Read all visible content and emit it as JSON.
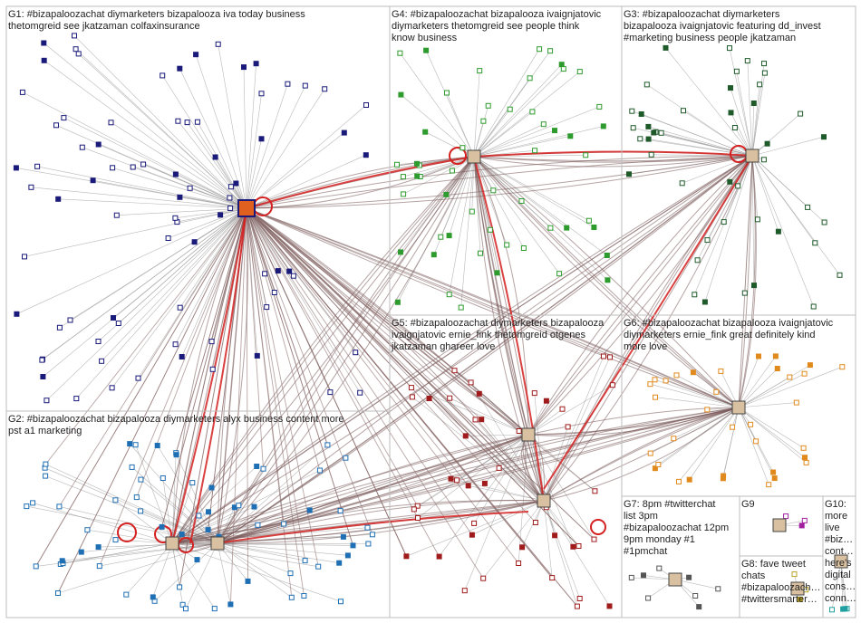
{
  "groups": [
    {
      "id": "G1",
      "lines": [
        "G1: #bizapaloozachat diymarketers bizapalooza iva today business",
        "thetomgreid see jkatzaman colfaxinsurance"
      ],
      "color": "#1a1a7a"
    },
    {
      "id": "G2",
      "lines": [
        "G2: #bizapaloozachat bizapalooza diymarketers alyx business content more",
        "pst a1 marketing"
      ],
      "color": "#1f6fb4"
    },
    {
      "id": "G3",
      "lines": [
        "G3: #bizapaloozachat diymarketers",
        "bizapalooza ivaignjatovic featuring dd_invest",
        "#marketing business people jkatzaman"
      ],
      "color": "#1f5a2a"
    },
    {
      "id": "G4",
      "lines": [
        "G4: #bizapaloozachat bizapalooza ivaignjatovic",
        "diymarketers thetomgreid see people think",
        "know business"
      ],
      "color": "#2e9b2e"
    },
    {
      "id": "G5",
      "lines": [
        "G5: #bizapaloozachat diymarketers bizapalooza",
        "ivaignjatovic ernie_fink thetomgreid otgenes",
        "jkatzaman ghareer love"
      ],
      "color": "#a01c1c"
    },
    {
      "id": "G6",
      "lines": [
        "G6: #bizapaloozachat bizapalooza ivaignjatovic",
        "diymarketers ernie_fink great definitely kind",
        "more love"
      ],
      "color": "#e08a1e"
    },
    {
      "id": "G7",
      "lines": [
        "G7: 8pm #twitterchat",
        "list 3pm",
        "#bizapaloozachat 12pm",
        "9pm monday #1",
        "#1pmchat"
      ],
      "color": "#555555"
    },
    {
      "id": "G8",
      "lines": [
        "G8: fave tweet",
        "chats",
        "#bizapaloozach…",
        "#twittersmarter…"
      ],
      "color": "#b8a020"
    },
    {
      "id": "G9",
      "lines": [
        "G9"
      ],
      "color": "#a020a0"
    },
    {
      "id": "G10",
      "lines": [
        "G10:",
        "more",
        "live",
        "#biz…",
        "cont…",
        "here's",
        "digital",
        "cons…",
        "conn…"
      ],
      "color": "#20a0a0"
    }
  ],
  "edges": {
    "color": "#7a5a5a",
    "highlight": "#d42020"
  }
}
